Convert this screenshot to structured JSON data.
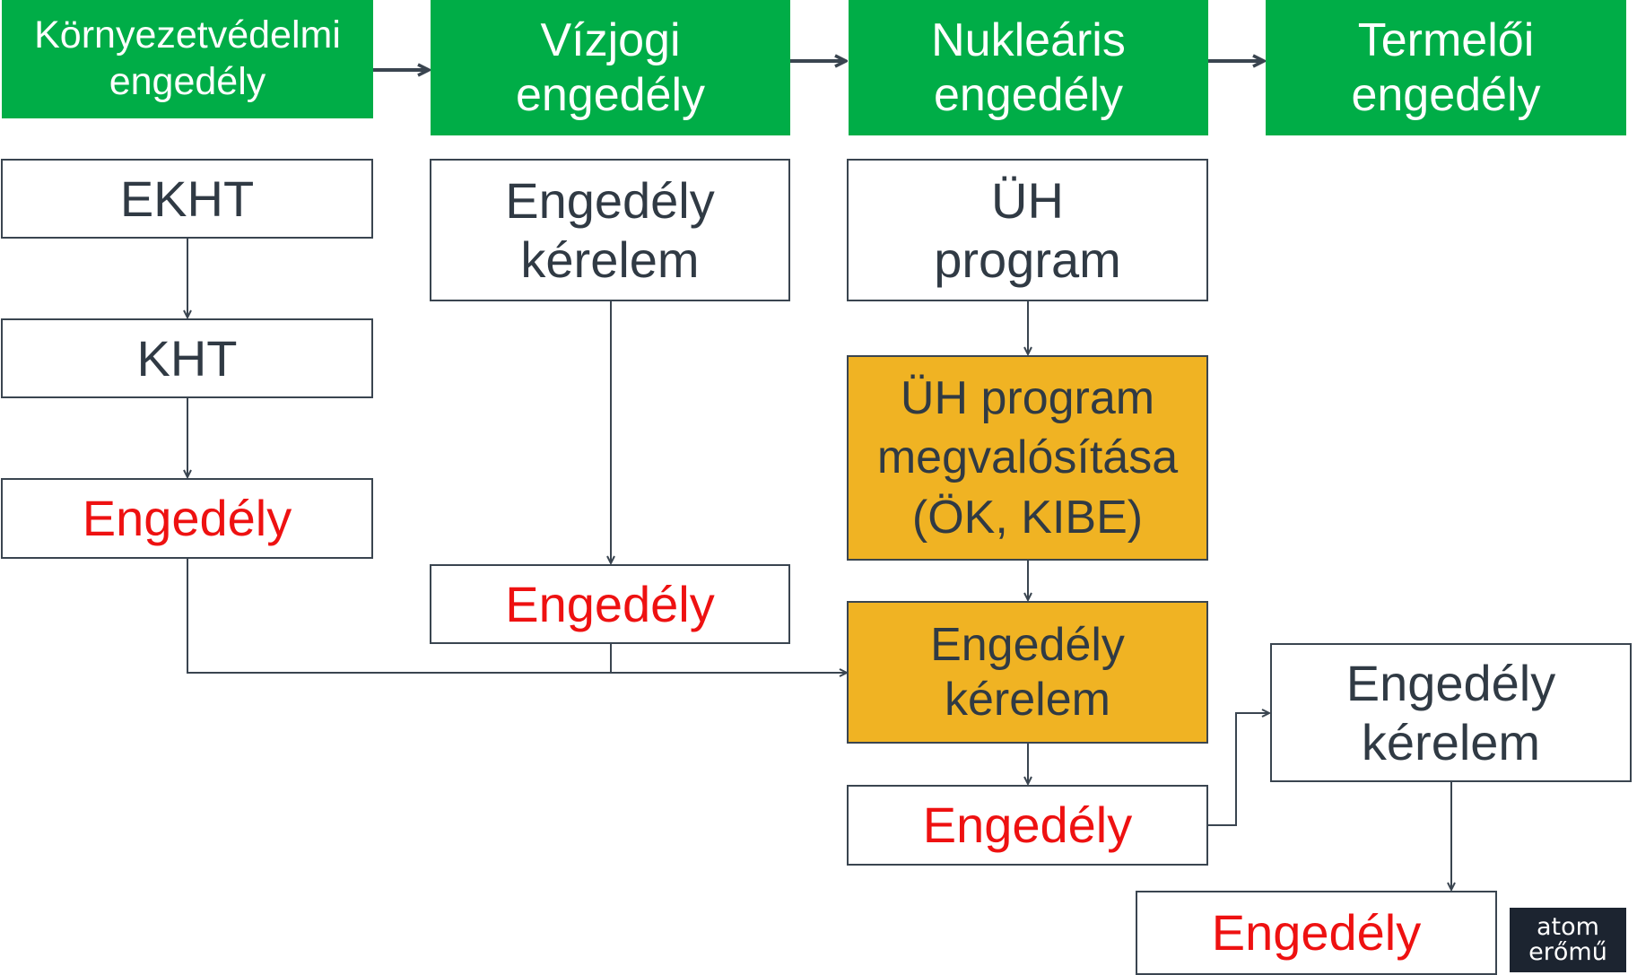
{
  "stages": [
    {
      "line1": "Környezetvédelmi",
      "line2": "engedély"
    },
    {
      "line1": "Vízjogi",
      "line2": "engedély"
    },
    {
      "line1": "Nukleáris",
      "line2": "engedély"
    },
    {
      "line1": "Termelői",
      "line2": "engedély"
    }
  ],
  "env": {
    "ekht": "EKHT",
    "kht": "KHT",
    "permit": "Engedély"
  },
  "water": {
    "request_line1": "Engedély",
    "request_line2": "kérelem",
    "permit": "Engedély"
  },
  "nuclear": {
    "program_line1": "ÜH",
    "program_line2": "program",
    "impl_line1": "ÜH program",
    "impl_line2": "megvalósítása",
    "impl_line3": "(ÖK, KIBE)",
    "request_line1": "Engedély",
    "request_line2": "kérelem",
    "permit": "Engedély"
  },
  "production": {
    "request_line1": "Engedély",
    "request_line2": "kérelem",
    "permit": "Engedély"
  },
  "logo": {
    "line1": "atom",
    "line2": "erőmű"
  },
  "colors": {
    "header_green": "#00ad47",
    "highlight_orange": "#f0b323",
    "permit_red": "#ee1111",
    "text_dark": "#303a44"
  }
}
